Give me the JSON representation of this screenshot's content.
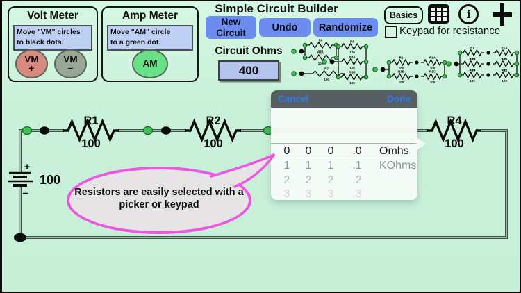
{
  "meters": {
    "volt": {
      "title": "Volt Meter",
      "instr1": "Move \"VM\" circles",
      "instr2": "to black dots.",
      "plus_top": "VM",
      "plus_bottom": "+",
      "minus_top": "VM",
      "minus_bottom": "−"
    },
    "amp": {
      "title": "Amp Meter",
      "instr1": "Move \"AM\" circle",
      "instr2": "to a green dot.",
      "label": "AM"
    }
  },
  "toolbar": {
    "title": "Simple Circuit Builder",
    "new_circuit_line1": "New",
    "new_circuit_line2": "Circuit",
    "undo": "Undo",
    "randomize": "Randomize",
    "basics": "Basics",
    "keypad_checkbox_label": "Keypad for resistance",
    "circuit_ohms_label": "Circuit Ohms",
    "circuit_ohms_value": "400"
  },
  "picker": {
    "cancel": "Cancel",
    "done": "Done",
    "rows": [
      [
        "0",
        "0",
        "0",
        ".0",
        "Omhs"
      ],
      [
        "1",
        "1",
        "1",
        ".1",
        "KOhms"
      ],
      [
        "2",
        "2",
        "2",
        ".2",
        ""
      ],
      [
        "3",
        "3",
        "3",
        ".3",
        ""
      ]
    ]
  },
  "bubble": {
    "line1": "Resistors are easily selected with a",
    "line2": "picker or keypad"
  },
  "circuit": {
    "battery": {
      "plus": "+",
      "minus": "−",
      "value": "100"
    },
    "resistors": [
      {
        "name": "R1",
        "value": "100"
      },
      {
        "name": "R2",
        "value": "100"
      },
      {
        "name": "R4",
        "value": "100"
      }
    ]
  },
  "thumbnails": [
    {
      "branches": [
        [
          "R8"
        ],
        [
          "R8A"
        ]
      ],
      "value": "100"
    },
    {
      "branches": [
        [
          "R7"
        ]
      ],
      "value": "100"
    },
    {
      "branches": [
        [
          "R8"
        ],
        [
          "R8A"
        ],
        [
          "R8B"
        ]
      ],
      "value": "100"
    },
    {
      "branches": [
        [
          "R1",
          "R1A"
        ],
        [
          "R1B",
          "R1C"
        ]
      ],
      "value": "100"
    },
    {
      "branches": [
        [
          "R1",
          "R1A"
        ],
        [
          "R1B",
          "R1C"
        ],
        [
          "R1D",
          "R1E"
        ]
      ],
      "value": "100"
    }
  ],
  "colors": {
    "mint_bg": "#c9f1da",
    "accent_blue": "#6d8cf0",
    "magenta": "#ee55e3",
    "green_dot": "#3ec153",
    "picker_header": "#585f63",
    "link_blue": "#2e7bf0",
    "instruction_blue": "#bdcff2"
  }
}
